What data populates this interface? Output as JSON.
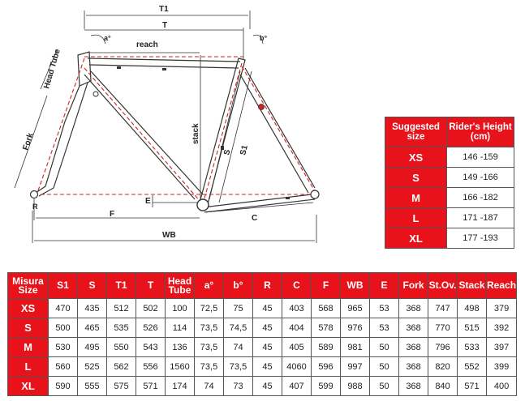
{
  "diagram": {
    "labels": {
      "t1": "T1",
      "t": "T",
      "reach": "reach",
      "a": "a°",
      "b": "b°",
      "head_tube": "Head Tube",
      "fork": "Fork",
      "stack": "stack",
      "s": "S",
      "s1": "S1",
      "e": "E",
      "r": "R",
      "f": "F",
      "c": "C",
      "wb": "WB"
    }
  },
  "size_table": {
    "headers": [
      "Suggested size",
      "Rider's Height (cm)"
    ],
    "rows": [
      {
        "size": "XS",
        "height": "146 -159"
      },
      {
        "size": "S",
        "height": "149 -166"
      },
      {
        "size": "M",
        "height": "166 -182"
      },
      {
        "size": "L",
        "height": "171 -187"
      },
      {
        "size": "XL",
        "height": "177 -193"
      }
    ]
  },
  "geometry_table": {
    "headers": [
      "Misura Size",
      "S1",
      "S",
      "T1",
      "T",
      "Head Tube",
      "a°",
      "b°",
      "R",
      "C",
      "F",
      "WB",
      "E",
      "Fork",
      "St.Ov.",
      "Stack",
      "Reach"
    ],
    "rows": [
      [
        "XS",
        "470",
        "435",
        "512",
        "502",
        "100",
        "72,5",
        "75",
        "45",
        "403",
        "568",
        "965",
        "53",
        "368",
        "747",
        "498",
        "379"
      ],
      [
        "S",
        "500",
        "465",
        "535",
        "526",
        "114",
        "73,5",
        "74,5",
        "45",
        "404",
        "578",
        "976",
        "53",
        "368",
        "770",
        "515",
        "392"
      ],
      [
        "M",
        "530",
        "495",
        "550",
        "543",
        "136",
        "73,5",
        "74",
        "45",
        "405",
        "589",
        "981",
        "50",
        "368",
        "796",
        "533",
        "397"
      ],
      [
        "L",
        "560",
        "525",
        "562",
        "556",
        "1560",
        "73,5",
        "73,5",
        "45",
        "4060",
        "596",
        "997",
        "50",
        "368",
        "820",
        "552",
        "399"
      ],
      [
        "XL",
        "590",
        "555",
        "575",
        "571",
        "174",
        "74",
        "73",
        "45",
        "407",
        "599",
        "988",
        "50",
        "368",
        "840",
        "571",
        "400"
      ]
    ]
  },
  "colors": {
    "accent": "#e8131a",
    "frame_line": "#333333",
    "dimension_line": "#d02020"
  }
}
